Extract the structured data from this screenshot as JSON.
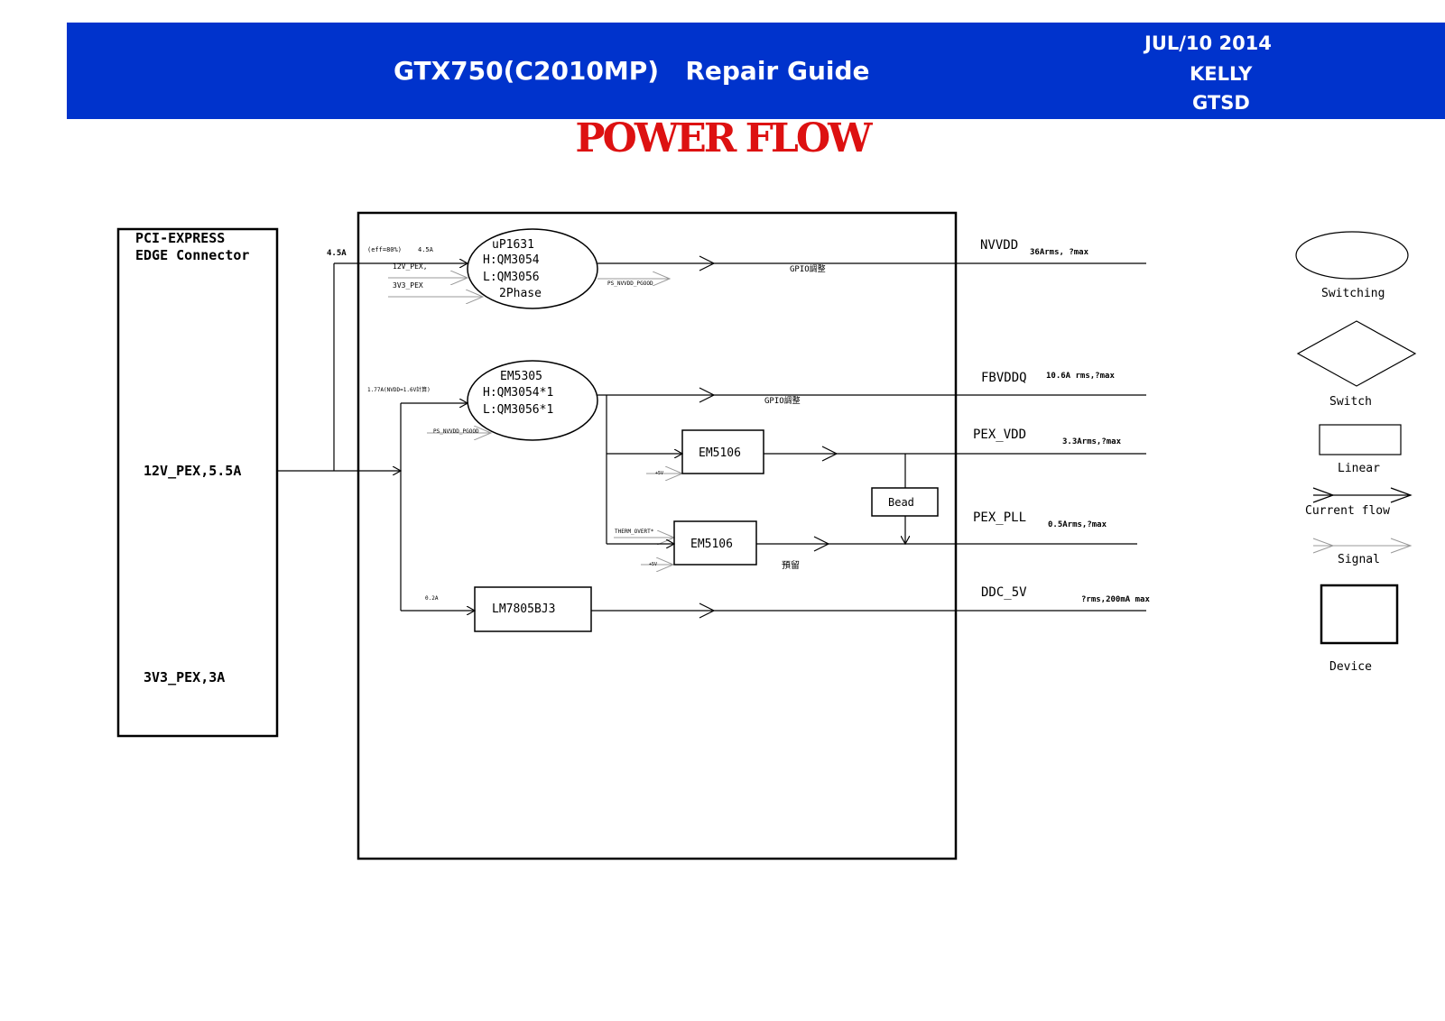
{
  "header": {
    "title": "GTX750(C2010MP)   Repair Guide",
    "date": "JUL/10 2014",
    "author": "KELLY",
    "dept": "GTSD",
    "banner_color": "#0033cc"
  },
  "heading": {
    "text": "POWER FLOW",
    "color": "#dd1111"
  },
  "connector": {
    "title_line1": "PCI-EXPRESS",
    "title_line2": "EDGE  Connector",
    "rail_12v": "12V_PEX,5.5A",
    "rail_3v3": "3V3_PEX,3A"
  },
  "blocks": {
    "up1631": {
      "l1": "uP1631",
      "l2": "H:QM3054",
      "l3": "L:QM3056",
      "l4": "2Phase"
    },
    "em5305": {
      "l1": "EM5305",
      "l2": "H:QM3054*1",
      "l3": "L:QM3056*1"
    },
    "em5106a": "EM5106",
    "em5106b": "EM5106",
    "bead": "Bead",
    "lm7805": "LM7805BJ3"
  },
  "wire_labels": {
    "main_current": "4.5A",
    "eff": "(eff=80%)",
    "nv_in_current": "4.5A",
    "in_12v": "12V_PEX,",
    "in_3v3": "3V3_PEX",
    "nvvdd_pgood": "PS_NVVDD_PGOOD",
    "gpio1": "GPIO調整",
    "fb_current": "1.77A(NVDD=1.6V計算)",
    "fb_pgood": "PS_NVVDD_PGOOD",
    "gpio2": "GPIO調整",
    "plus5v_a": "+5V",
    "therm": "THERM_OVERT*",
    "plus5v_b": "+5V",
    "reserve": "預留",
    "ddc_current": "0.2A"
  },
  "outputs": [
    {
      "name": "NVVDD",
      "spec": "36Arms, ?max"
    },
    {
      "name": "FBVDDQ",
      "spec": "10.6A rms,?max"
    },
    {
      "name": "PEX_VDD",
      "spec": "3.3Arms,?max"
    },
    {
      "name": "PEX_PLL",
      "spec": "0.5Arms,?max"
    },
    {
      "name": "DDC_5V",
      "spec": "?rms,200mA max"
    }
  ],
  "legend": [
    {
      "shape": "ellipse",
      "label": "Switching"
    },
    {
      "shape": "diamond",
      "label": "Switch"
    },
    {
      "shape": "rect",
      "label": "Linear"
    },
    {
      "shape": "arrow",
      "label": "Current flow"
    },
    {
      "shape": "arrow-light",
      "label": "Signal"
    },
    {
      "shape": "device",
      "label": "Device"
    }
  ]
}
